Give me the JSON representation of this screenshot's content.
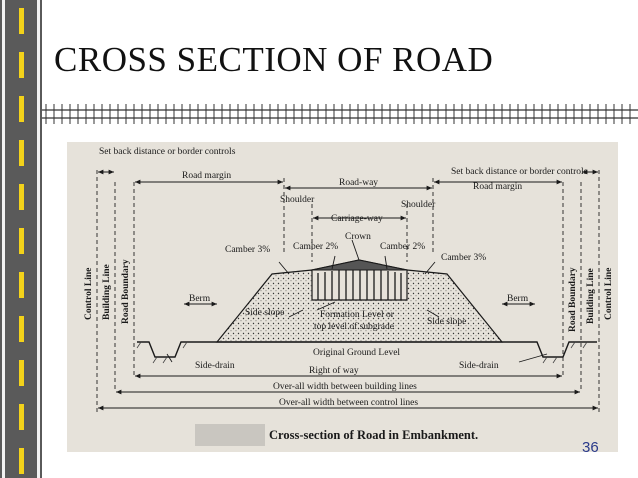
{
  "slide": {
    "title": "CROSS SECTION OF ROAD",
    "page_number": "36"
  },
  "figure": {
    "caption": "Cross-section of Road in Embankment.",
    "labels": {
      "setback_left": "Set back distance or border controls",
      "setback_right": "Set back distance or border controls",
      "road_margin_left": "Road margin",
      "road_margin_right": "Road margin",
      "roadway": "Road-way",
      "shoulder_left": "Shoulder",
      "shoulder_right": "Shoulder",
      "carriage_way": "Carriage-way",
      "crown": "Crown",
      "camber_outer_left": "Camber 3%",
      "camber_inner_left": "Camber 2%",
      "camber_inner_right": "Camber 2%",
      "camber_outer_right": "Camber 3%",
      "control_line_left": "Control Line",
      "building_line_left": "Building Line",
      "road_boundary_left": "Road Boundary",
      "road_boundary_right": "Road Boundary",
      "building_line_right": "Building Line",
      "control_line_right": "Control Line",
      "berm_left": "Berm",
      "berm_right": "Berm",
      "side_slope_left": "Side slope",
      "side_slope_right": "Side slope",
      "formation_level_1": "Formation Level or",
      "formation_level_2": "top level of subgrade",
      "original_ground_level": "Original Ground Level",
      "side_drain_left": "Side-drain",
      "side_drain_right": "Side-drain",
      "right_of_way": "Right of way",
      "overall_building": "Over-all width between building lines",
      "overall_control": "Over-all width between control lines"
    }
  },
  "colors": {
    "road_strip": "#5a5a5a",
    "lane_marking": "#f3d21a",
    "photo_background": "#e6e2da",
    "page_number": "#2a3a8a"
  }
}
